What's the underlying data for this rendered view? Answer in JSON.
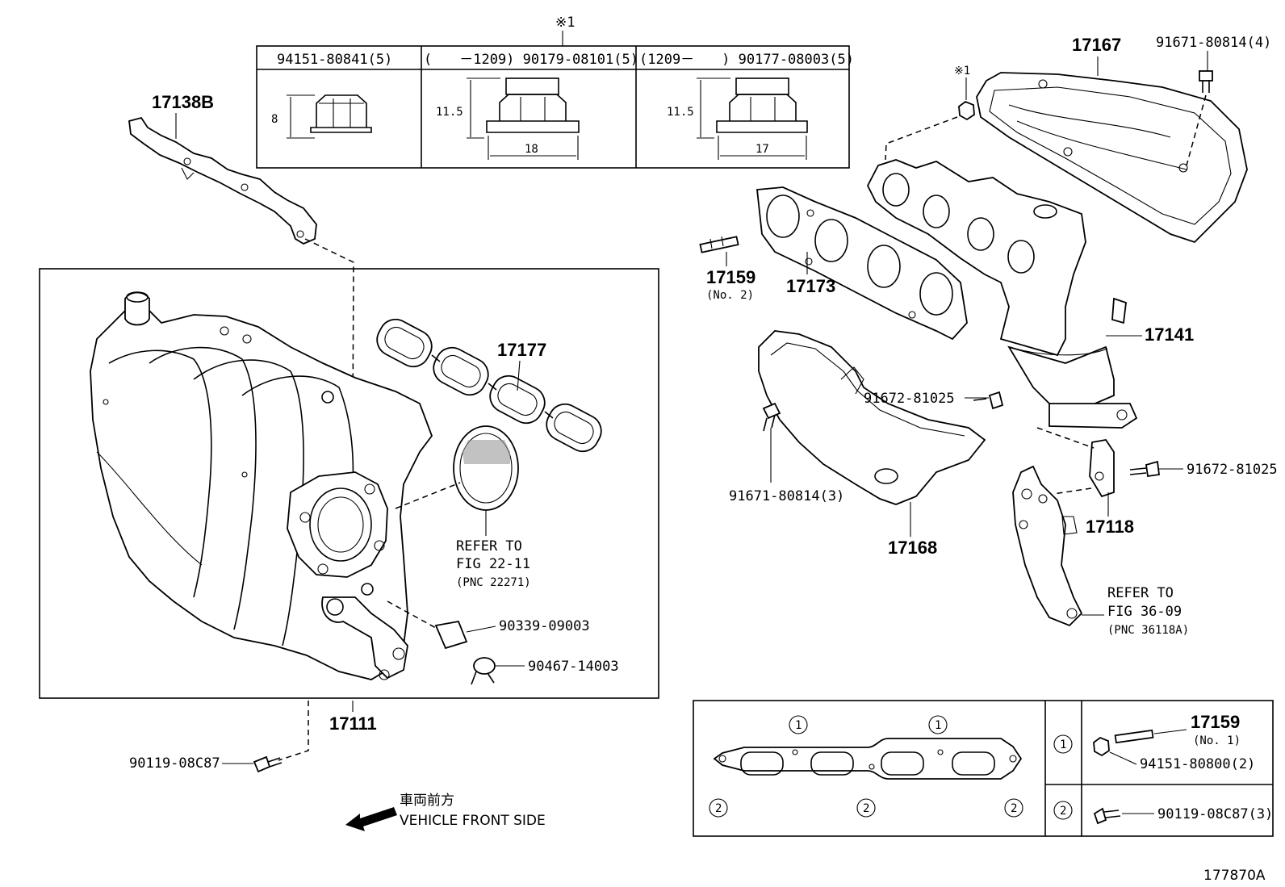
{
  "diagram_id": "177870A",
  "note_marker": "※1",
  "table": {
    "headers": [
      "94151-80841(5)",
      "(　　－1209)  90179-08101(5)",
      "(1209－　　)  90177-08003(5)"
    ],
    "dims": {
      "nut1_h": "8",
      "nut2_h": "11.5",
      "nut2_w": "18",
      "nut3_h": "11.5",
      "nut3_w": "17"
    }
  },
  "callouts": {
    "c17138B": "17138B",
    "c17177": "17177",
    "c17111": "17111",
    "c90119a": "90119-08C87",
    "c90339": "90339-09003",
    "c90467": "90467-14003",
    "c17167": "17167",
    "c91671_4": "91671-80814(4)",
    "c17159": "17159",
    "c17159_no2": "(No. 2)",
    "c17173": "17173",
    "c17141": "17141",
    "c91672a": "91672-81025",
    "c91672b": "91672-81025",
    "c91671_3": "91671-80814(3)",
    "c17168": "17168",
    "c17118": "17118"
  },
  "refer1": {
    "l1": "REFER TO",
    "l2": "FIG 22-11",
    "l3": "(PNC 22271)"
  },
  "refer2": {
    "l1": "REFER TO",
    "l2": "FIG 36-09",
    "l3": "(PNC 36118A)"
  },
  "front": {
    "jp": "車両前方",
    "en": "VEHICLE FRONT SIDE"
  },
  "legend": {
    "m1": "1",
    "m2": "2",
    "r1_part": "17159",
    "r1_no": "(No. 1)",
    "r1_nut": "94151-80800(2)",
    "r2_bolt": "90119-08C87(3)"
  }
}
